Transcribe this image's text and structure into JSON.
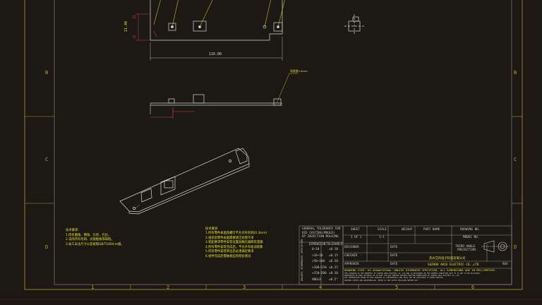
{
  "zone_rows": [
    "B",
    "C",
    "D"
  ],
  "zone_cols": [
    "1",
    "2",
    "3",
    "4",
    "5",
    "6"
  ],
  "dimensions": {
    "height": "21.40",
    "length": "116.00"
  },
  "callout": "导热胶0.4mm",
  "notes_left": {
    "title": "技术要求:",
    "lines": [
      "1.所有圆角、倒角、孔径、孔位。",
      "2.去除所有毛刺、尖锐棱角等缺陷。",
      "3.加工未注尺寸公差按照GB/T1804-m级。"
    ]
  },
  "notes_mid": {
    "title": "技术要求:",
    "lines": [
      "1.所有零件表面及螺钉不允许有毛刺(0.3mm)",
      "2.组装前零件表面需要清洁处理干净",
      "3.装配要求零件安装位置准确无偏移及遗漏",
      "4.所有零件安装完成后，不允许有松动现象",
      "5.所有零件安装到位后必须满足要求",
      "6.组件完成后需做相应的检验测试"
    ]
  },
  "tolerance": {
    "header": [
      "GENERAL TOLERANCE FOR",
      "DIE CASTING(MOULD)",
      "BY INJECTION MOLDING"
    ],
    "col_headers": [
      "DIMENSION",
      "TOLERANCE"
    ],
    "rows": [
      [
        "0~10",
        "±0.10"
      ],
      [
        ">10~50",
        "±0.15"
      ],
      [
        ">50~100",
        "±0.20"
      ],
      [
        ">100~150",
        "±0.25"
      ],
      [
        ">150~200",
        "±0.30"
      ],
      [
        "ANGLE",
        "±0.5°"
      ]
    ],
    "side_label": "UNLESS OTHERWISE SPECIFIED"
  },
  "title_block": {
    "headers": [
      "SHEET",
      "SCALE",
      "WEIGHT",
      "PART NAME",
      "DRAWING NO."
    ],
    "sheet": "1 OF 1",
    "scale": "1:1",
    "model_label": "MODEL NO.",
    "rows": [
      {
        "label": "DESIGNER",
        "date": "DATE"
      },
      {
        "label": "CHECKER",
        "date": "DATE"
      },
      {
        "label": "APPROVER",
        "date": "DATE"
      }
    ],
    "projection": [
      "THIRD ANGLE",
      "PROJECTION"
    ],
    "rev": "REV",
    "company_cn": "苏州艾科电子科技有限公司",
    "company_en": "SUZHOU AKIU ELECTRIC CO.,LTD",
    "drawing_size": "DRAWING SIZE: A3-420mm*297mm. UNLESS OTHERWISE SPECIFIED, ALL DIMENSIONS ARE IN MILLIMETERS.",
    "fine_print": [
      "THIS DRAWING IS THE PROPERTY OF SUZHOU AKIU ELECTRIC CO.,LTD AND IS DELIVERED ON THE EXPRESS CONDITION THAT IT IS NOT TO BE DISCLOSED,",
      "REPRODUCED OR USED IN WHOLE OR IN PART FOR ANY PURPOSE WITHOUT WRITTEN PERMISSION OF SUZHOU AKIU ELECTRIC CO.,LTD.",
      "ANY INFORMATION SHOWN ON THIS DRAWING IS CONFIDENTIAL AND SHALL NOT BE DISCLOSED TO THIRD PARTIES.",
      "PRINTED COPIES ARE UNCONTROLLED. REFER TO THE LATEST REVISION BEFORE USE."
    ]
  },
  "colors": {
    "border": "#b39b3c",
    "line": "#d8d8d8",
    "dim": "#d04040",
    "text": "#e8e23a",
    "leader": "#c8b830"
  }
}
